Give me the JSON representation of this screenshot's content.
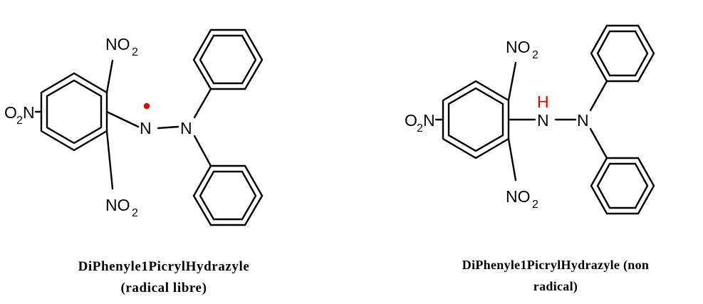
{
  "left_molecule": {
    "top_group": {
      "main": "NO",
      "sub": "2"
    },
    "left_group": {
      "pre": "O",
      "sub": "2",
      "post": "N"
    },
    "bottom_group": {
      "main": "NO",
      "sub": "2"
    },
    "n1": "N",
    "n2": "N",
    "radical_color": "#e00000",
    "caption_line1": "DiPhenyle1PicrylHydrazyle",
    "caption_line2": "(radical libre)"
  },
  "right_molecule": {
    "top_group": {
      "main": "NO",
      "sub": "2"
    },
    "left_group": {
      "pre": "O",
      "sub": "2",
      "post": "N"
    },
    "bottom_group": {
      "main": "NO",
      "sub": "2"
    },
    "hydrogen": "H",
    "hydrogen_color": "#e00000",
    "n1": "N",
    "n2": "N",
    "caption_line1": "DiPhenyle1PicrylHydrazyle (non",
    "caption_line2": "radical)"
  }
}
